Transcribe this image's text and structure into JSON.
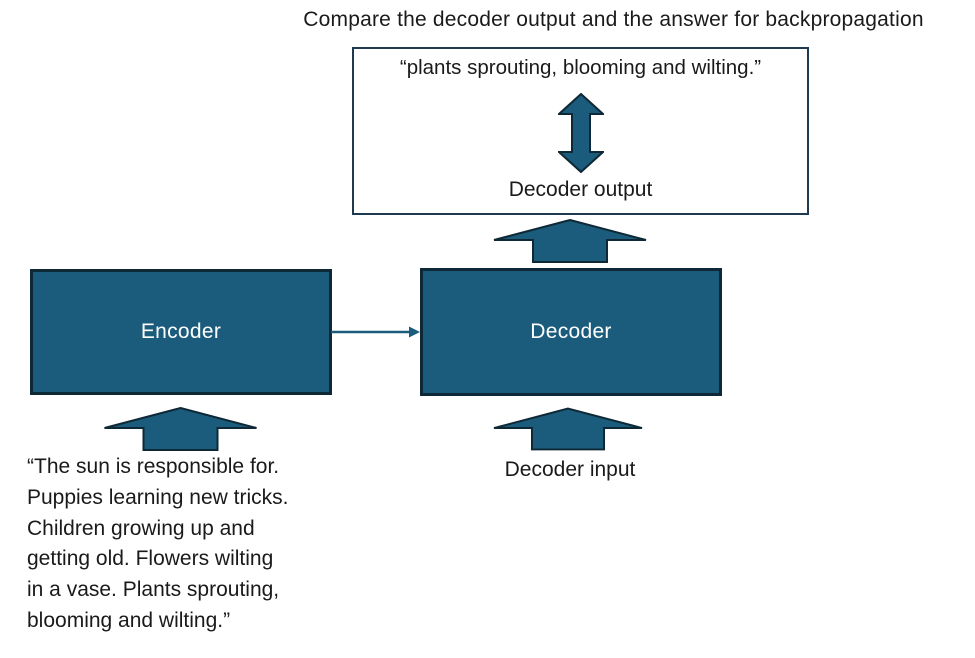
{
  "title": "Compare the decoder output and the answer for backpropagation",
  "answer_box": {
    "quote": "“plants sprouting, blooming and wilting.”",
    "decoder_output_label": "Decoder output"
  },
  "encoder": {
    "label": "Encoder",
    "input_text": "“The sun is responsible for.\nPuppies learning new tricks.\nChildren growing up and\ngetting old. Flowers wilting\nin a vase. Plants sprouting,\nblooming and wilting.”"
  },
  "decoder": {
    "label": "Decoder",
    "input_label": "Decoder input"
  },
  "icons": {
    "up_arrow": "block-arrow-up",
    "double_arrow": "double-headed-vertical-arrow",
    "connector": "right-arrow"
  },
  "colors": {
    "accent": "#1b5c7c",
    "shape_outline": "#0e2836",
    "box_border": "#1e3a52",
    "text": "#1a1a1a",
    "background": "#ffffff"
  }
}
